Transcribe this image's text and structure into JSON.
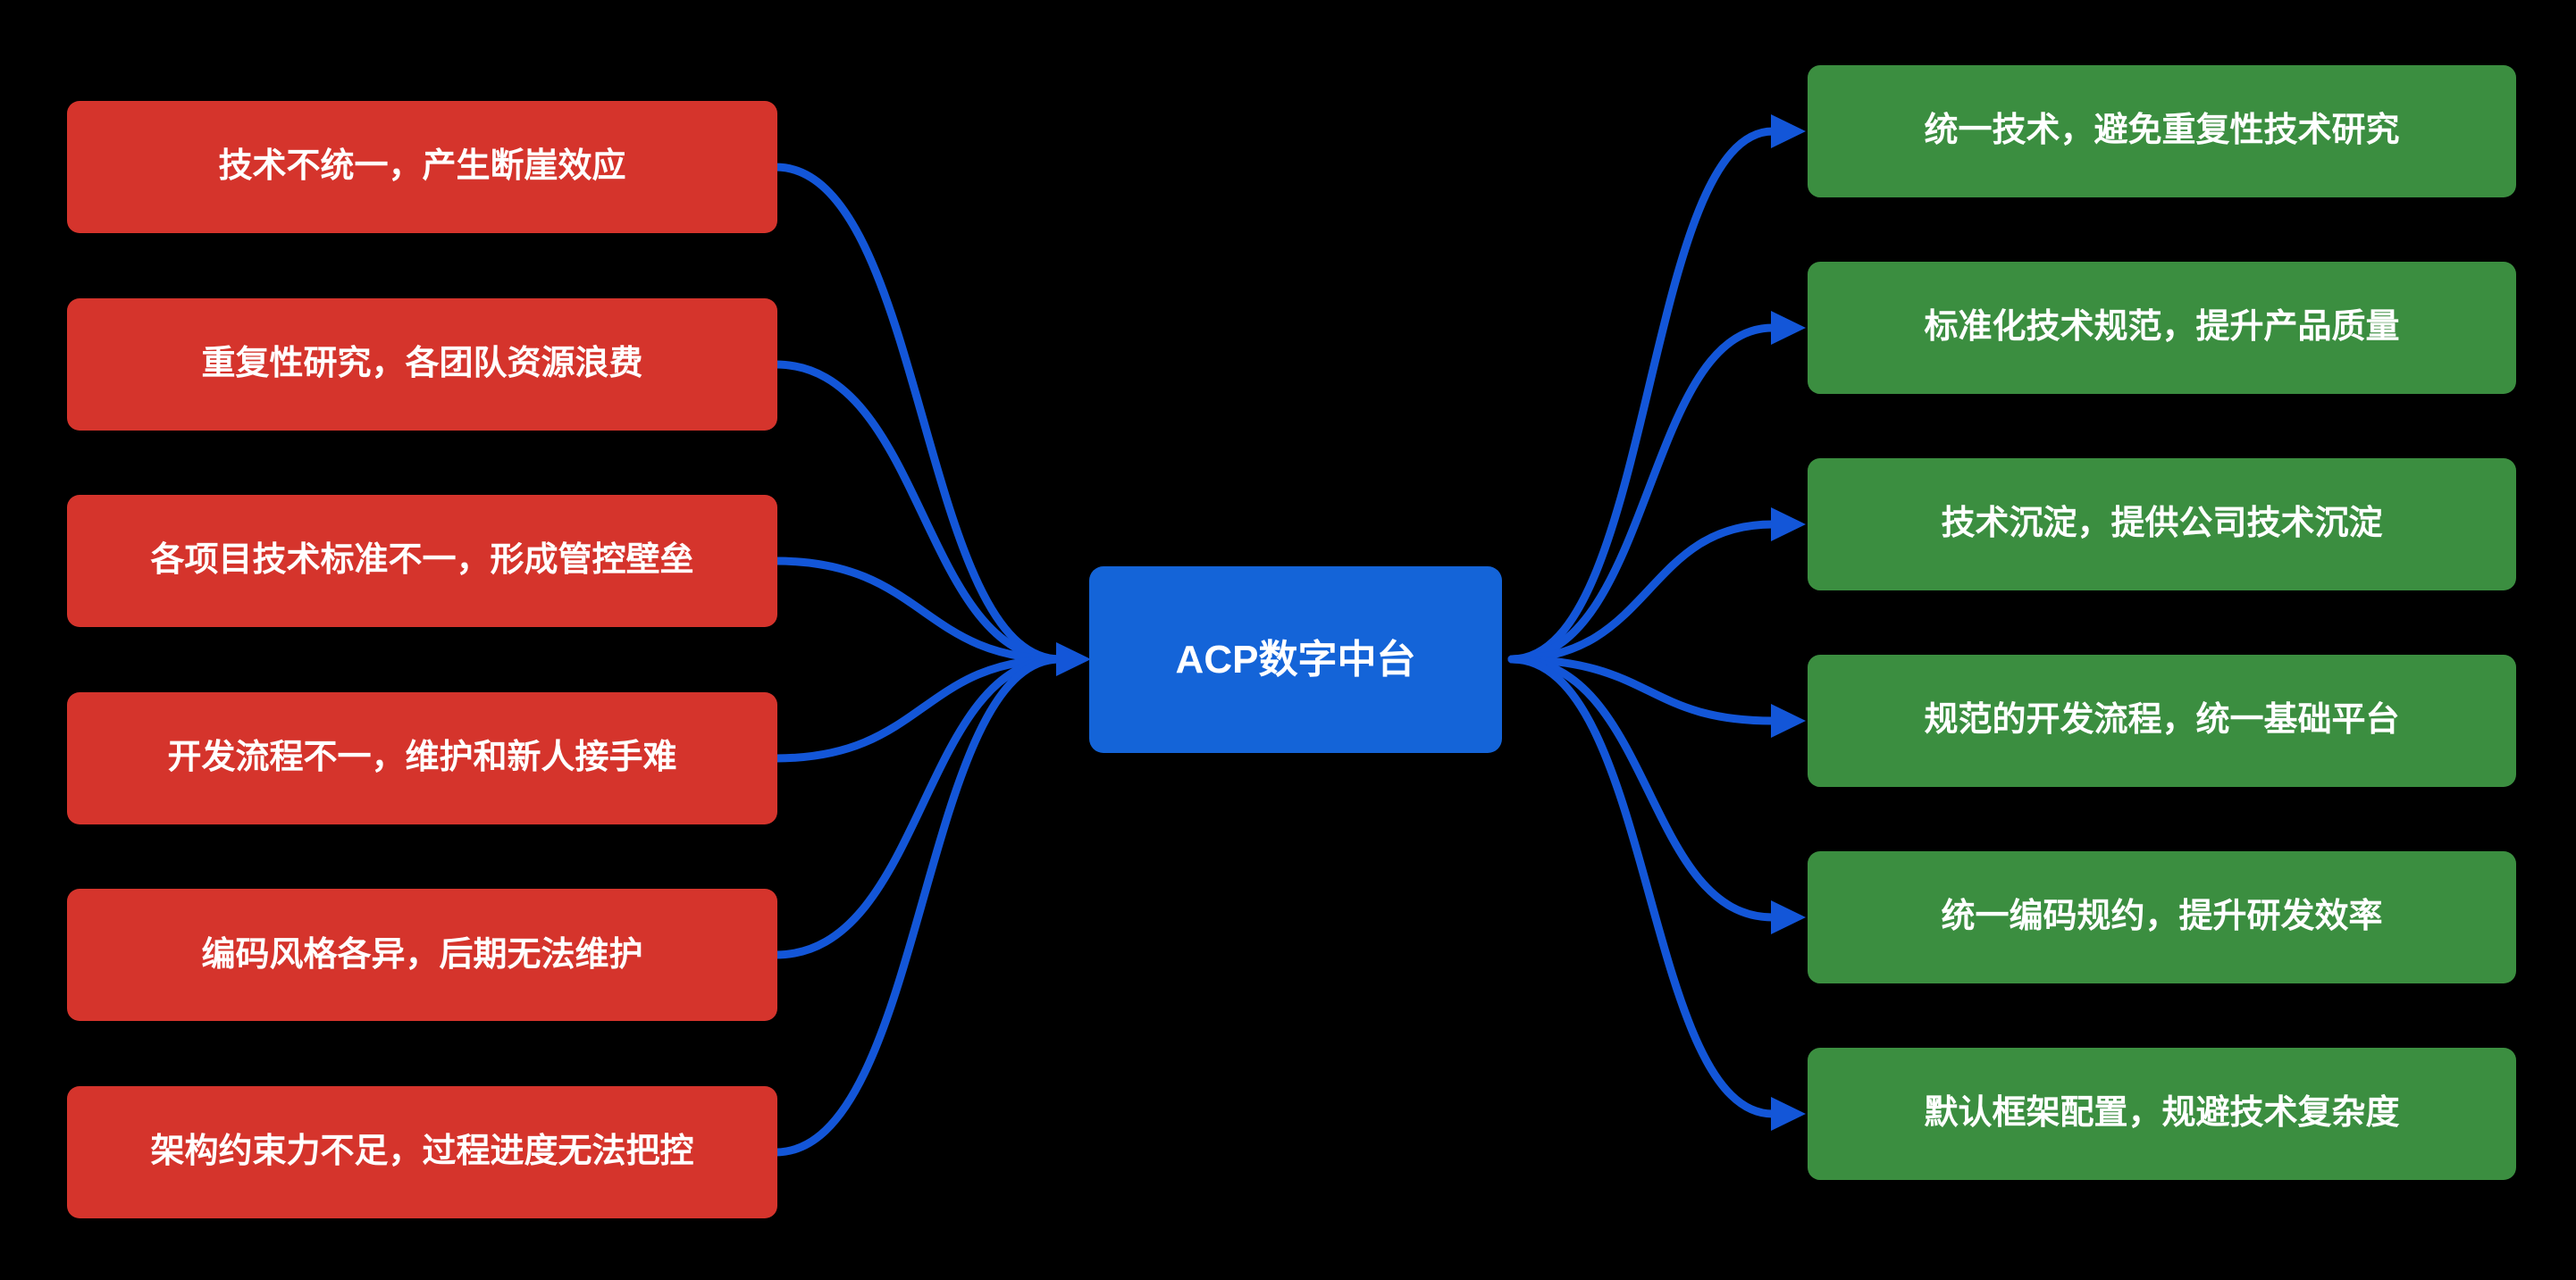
{
  "center": {
    "label": "ACP数字中台"
  },
  "problems": [
    "技术不统一，产生断崖效应",
    "重复性研究，各团队资源浪费",
    "各项目技术标准不一，形成管控壁垒",
    "开发流程不一，维护和新人接手难",
    "编码风格各异，后期无法维护",
    "架构约束力不足，过程进度无法把控"
  ],
  "benefits": [
    "统一技术，避免重复性技术研究",
    "标准化技术规范，提升产品质量",
    "技术沉淀，提供公司技术沉淀",
    "规范的开发流程，统一基础平台",
    "统一编码规约，提升研发效率",
    "默认框架配置，规避技术复杂度"
  ],
  "colors": {
    "problem": "#d5342c",
    "benefit": "#3b8e40",
    "center": "#1464d8",
    "connector": "#1356d8",
    "background": "#000000",
    "text": "#ffffff"
  }
}
